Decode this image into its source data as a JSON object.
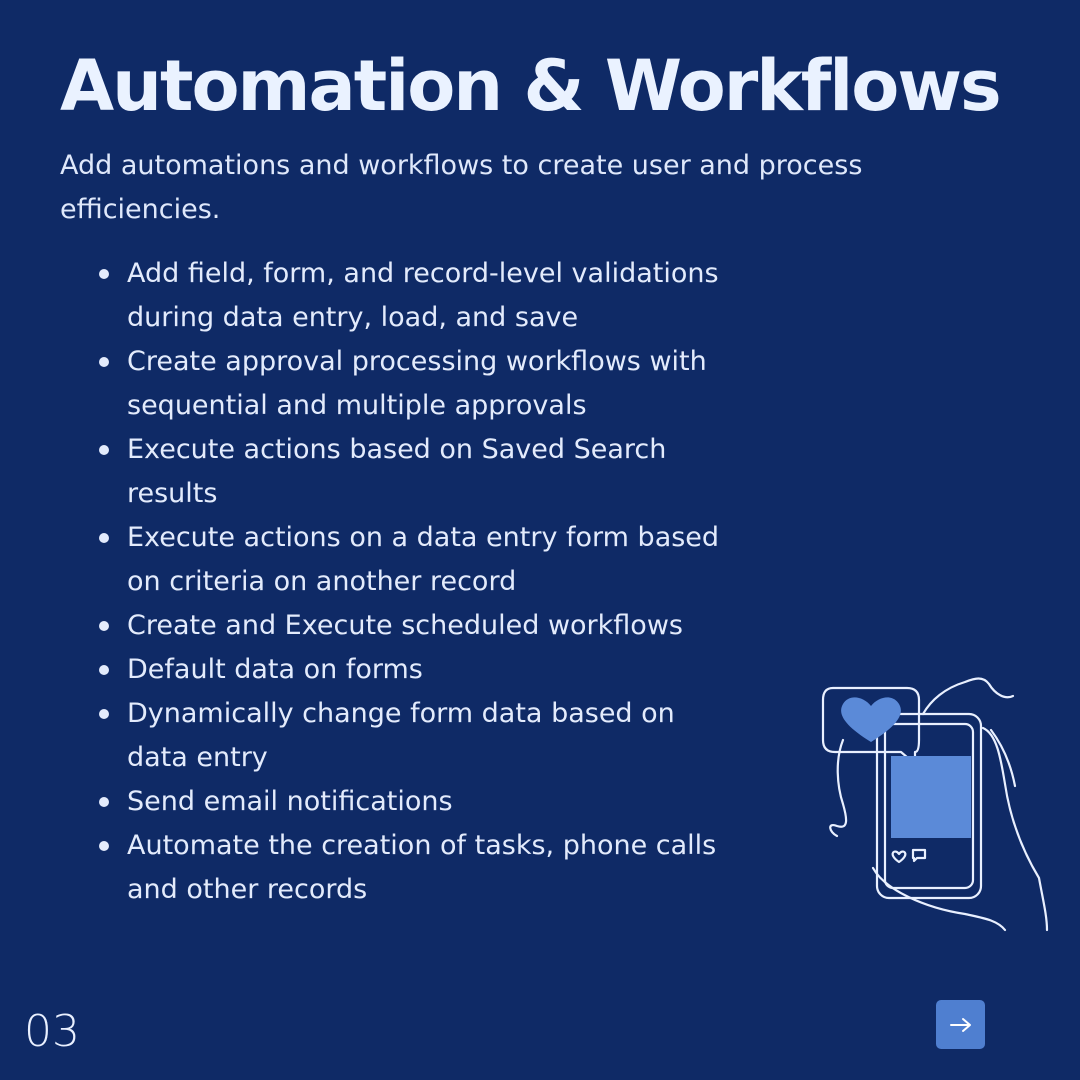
{
  "header": {
    "title": "Automation & Workflows",
    "subtitle": "Add automations and workflows to create user and process efficiencies."
  },
  "features": [
    "Add field, form, and record-level validations during data entry, load, and save",
    "Create approval processing workflows with sequential and multiple approvals",
    "Execute actions based on Saved Search results",
    "Execute actions on a data entry form based on criteria on another record",
    "Create and Execute scheduled workflows",
    "Default data on forms",
    "Dynamically change form data based on data entry",
    "Send email notifications",
    "Automate the creation of tasks, phone calls and other records"
  ],
  "footer": {
    "page_number": "03",
    "next_icon": "arrow-right-icon"
  },
  "illustration": {
    "icon": "phone-heart-icon"
  },
  "colors": {
    "background": "#0f2a66",
    "text": "#e9f0ff",
    "accent": "#4f7fd0",
    "screen": "#5b8ad8"
  }
}
